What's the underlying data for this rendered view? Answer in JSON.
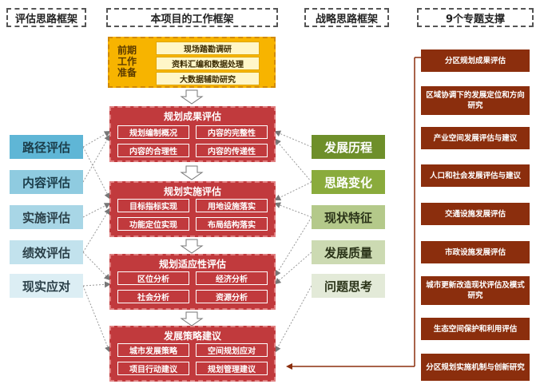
{
  "headers": {
    "assessment": "评估思路框架",
    "project": "本项目的工作框架",
    "strategy": "战略思路框架",
    "topics": "9个专题支撑"
  },
  "prep": {
    "title": "前期工作准备",
    "items": [
      "现场踏勘调研",
      "资料汇编和数据处理",
      "大数据辅助研究"
    ]
  },
  "sections": [
    {
      "title": "规划成果评估",
      "cells": [
        "规划编制概况",
        "内容的完整性",
        "内容的合理性",
        "内容的传递性"
      ]
    },
    {
      "title": "规划实施评估",
      "cells": [
        "目标指标实现",
        "用地设施落实",
        "功能定位实现",
        "布局结构落实"
      ]
    },
    {
      "title": "规划适应性评估",
      "cells": [
        "区位分析",
        "经济分析",
        "社会分析",
        "资源分析"
      ]
    },
    {
      "title": "发展策略建议",
      "cells": [
        "城市发展策略",
        "空间规划应对",
        "项目行动建议",
        "规划管理建议"
      ]
    }
  ],
  "assessment_boxes": [
    {
      "label": "路径评估",
      "color": "#5fb6d6"
    },
    {
      "label": "内容评估",
      "color": "#8fcbe0"
    },
    {
      "label": "实施评估",
      "color": "#a8d6e6"
    },
    {
      "label": "绩效评估",
      "color": "#c2e2ed"
    },
    {
      "label": "现实应对",
      "color": "#dceef4"
    }
  ],
  "strategy_boxes": [
    {
      "label": "发展历程",
      "color": "#6e8f2a"
    },
    {
      "label": "思路变化",
      "color": "#8aab3c"
    },
    {
      "label": "现状特征",
      "color": "#b4c98a"
    },
    {
      "label": "发展质量",
      "color": "#ccdab2"
    },
    {
      "label": "问题思考",
      "color": "#e3ead8"
    }
  ],
  "topics": [
    "分区规划成果评估",
    "区域协调下的发展定位和方向研究",
    "产业空间发展评估与建议",
    "人口和社会发展评估与建议",
    "交通设施发展评估",
    "市政设施发展评估",
    "城市更新改造现状评估及模式研究",
    "生态空间保护和利用评估",
    "分区规划实施机制与创新研究"
  ]
}
